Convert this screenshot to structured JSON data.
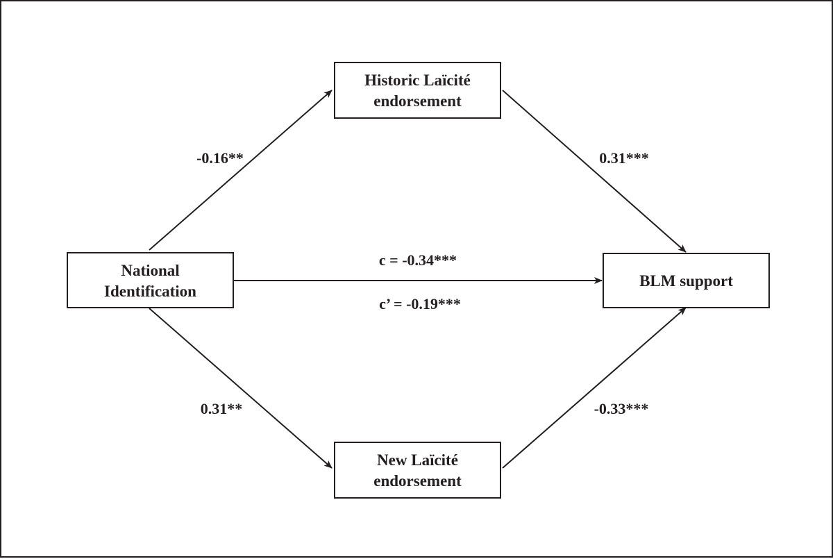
{
  "colors": {
    "ink": "#231f20",
    "background": "#ffffff"
  },
  "nodes": {
    "historic": {
      "line1": "Historic Laïcité",
      "line2": "endorsement"
    },
    "national": {
      "line1": "National",
      "line2": "Identification"
    },
    "blm": {
      "label": "BLM support"
    },
    "new": {
      "line1": "New Laïcité",
      "line2": "endorsement"
    }
  },
  "paths": {
    "national_to_historic": "-0.16**",
    "historic_to_blm": "0.31***",
    "national_to_new": "0.31**",
    "new_to_blm": "-0.33***",
    "total_effect": "c = -0.34***",
    "direct_effect": "c’ = -0.19***"
  }
}
